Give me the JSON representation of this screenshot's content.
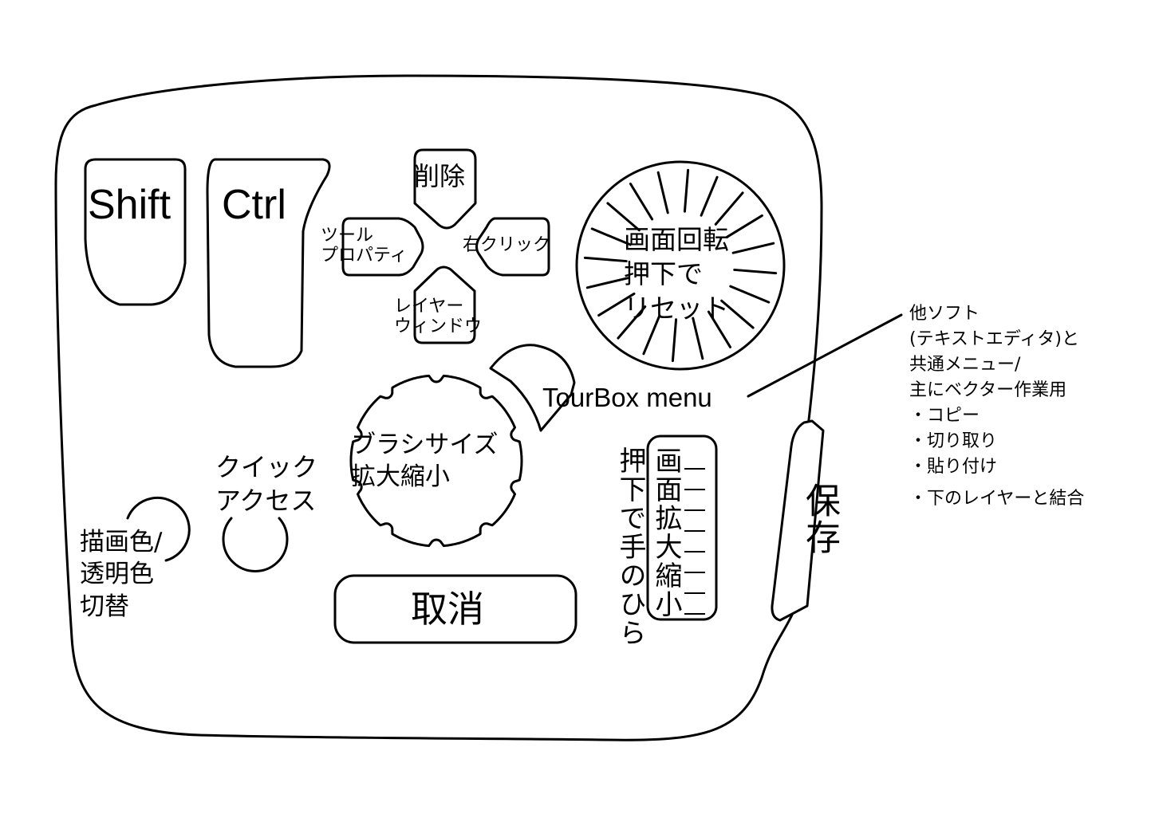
{
  "title": "TourBox button layout",
  "buttons": {
    "shift": "Shift",
    "ctrl": "Ctrl",
    "dpad_up": "削除",
    "dpad_left": "ツール\nプロパティ",
    "dpad_right": "右クリック",
    "dpad_down": "レイヤー\nウィンドウ",
    "knob": "画面回転\n押下で\nリセット",
    "tourbox_menu": "TourBox menu",
    "scroll": "ブラシサイズ\n拡大縮小",
    "quick_access": "クイック\nアクセス",
    "color_switch": "描画色/\n透明色\n切替",
    "cancel": "取消",
    "zoom_wheel": "画面拡大縮小",
    "zoom_wheel_press": "押下で手のひら",
    "save": "保存"
  },
  "annotation": {
    "lines": [
      "他ソフト",
      "(テキストエディタ)と",
      "共通メニュー/",
      "主にベクター作業用",
      "・コピー",
      "・切り取り",
      "・貼り付け",
      "・下のレイヤーと結合"
    ]
  }
}
